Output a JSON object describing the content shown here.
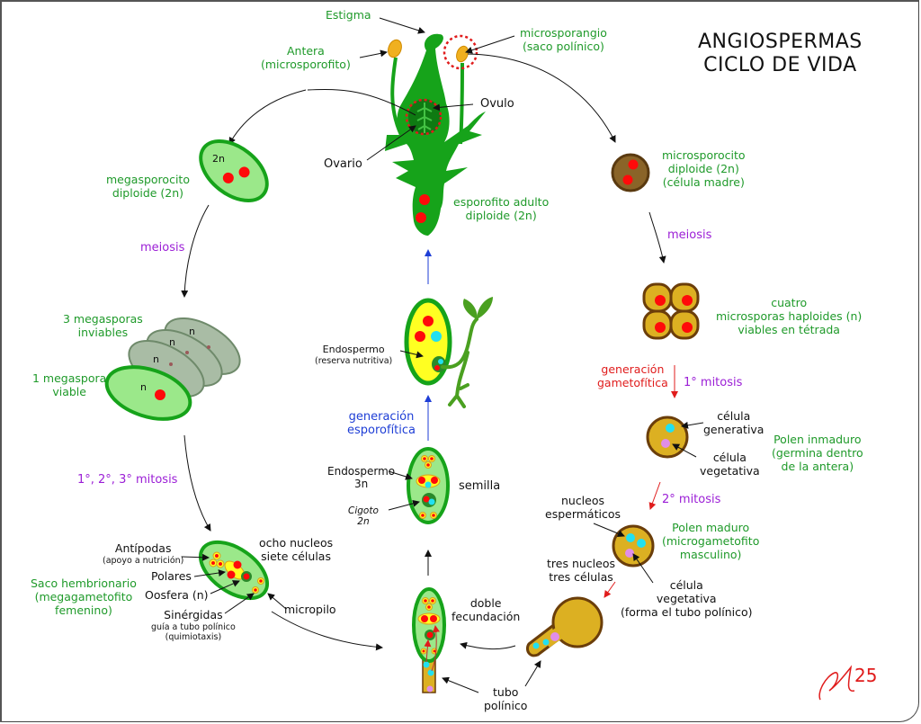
{
  "title": {
    "line1": "ANGIOSPERMAS",
    "line2": "CICLO DE VIDA"
  },
  "colors": {
    "label_green": "#1f9a2a",
    "process_purple": "#9b1ed6",
    "gametophytic_red": "#e01c1c",
    "sporophytic_blue": "#1e3ed6",
    "plant_green": "#16a31a",
    "cell_light_green": "#9be88a",
    "pollen_gold": "#dcb022",
    "pollen_border": "#6b3e0a",
    "nucleus_red": "#ff0a0a",
    "nucleus_cyan": "#22e0f0",
    "nucleus_pink": "#e08ee8",
    "endosperm_yellow": "#ffff22"
  },
  "flower": {
    "estigma": "Estigma",
    "antera": [
      "Antera",
      "(microsporofito)"
    ],
    "microsporangio": [
      "microsporangio",
      "(saco polínico)"
    ],
    "ovulo": "Ovulo",
    "ovario": "Ovario",
    "esporofito": [
      "esporofito adulto",
      "diploide (2n)"
    ]
  },
  "female_path": {
    "megasporocito": [
      "megasporocito",
      "diploide (2n)"
    ],
    "megasporocito_ploidy": "2n",
    "meiosis": "meiosis",
    "inviables": [
      "3 megasporas",
      "inviables"
    ],
    "viable": [
      "1 megaspora",
      "viable"
    ],
    "megaspora_ploidy": "n",
    "mitosis": "1°, 2°, 3° mitosis",
    "saco": [
      "Saco hembrionario",
      "(megagametofito",
      "femenino)"
    ],
    "antipodas": "Antípodas",
    "antipodas_note": "(apoyo a nutrición)",
    "polares": "Polares",
    "oosfera": "Oosfera (n)",
    "sinergidas": "Sinérgidas",
    "sinergidas_note": [
      "guía a tubo polínico",
      "(quimiotaxis)"
    ],
    "ocho_nucleos": [
      "ocho nucleos",
      "siete células"
    ],
    "micropilo": "micropilo"
  },
  "male_path": {
    "microsporocito": [
      "microsporocito",
      "diploide (2n)",
      "(célula madre)"
    ],
    "meiosis": "meiosis",
    "tetrada": [
      "cuatro",
      "microsporas haploides (n)",
      "viables en tétrada"
    ],
    "generacion_gametofitica": [
      "generación",
      "gametofítica"
    ],
    "mitosis1": "1° mitosis",
    "celula_generativa": [
      "célula",
      "generativa"
    ],
    "celula_vegetativa": [
      "célula",
      "vegetativa"
    ],
    "polen_inmaduro": [
      "Polen inmaduro",
      "(germina dentro",
      "de la antera)"
    ],
    "mitosis2": "2° mitosis",
    "nucleos_espermaticos": [
      "nucleos",
      "espermáticos"
    ],
    "polen_maduro": [
      "Polen maduro",
      "(microgametofito",
      "masculino)"
    ],
    "tres_nucleos": [
      "tres nucleos",
      "tres células"
    ],
    "celula_vegetativa_tubo": [
      "célula",
      "vegetativa",
      "(forma el tubo polínico)"
    ],
    "tubo_polinico": [
      "tubo",
      "polínico"
    ]
  },
  "center_path": {
    "doble_fecundacion": [
      "doble",
      "fecundación"
    ],
    "endospermo3n": [
      "Endospermo",
      "3n"
    ],
    "cigoto": [
      "Cigoto",
      "2n"
    ],
    "semilla": "semilla",
    "generacion_esporofitica": [
      "generación",
      "esporofítica"
    ],
    "endospermo": "Endospermo",
    "endospermo_note": "(reserva nutritiva)"
  },
  "signature": "25"
}
